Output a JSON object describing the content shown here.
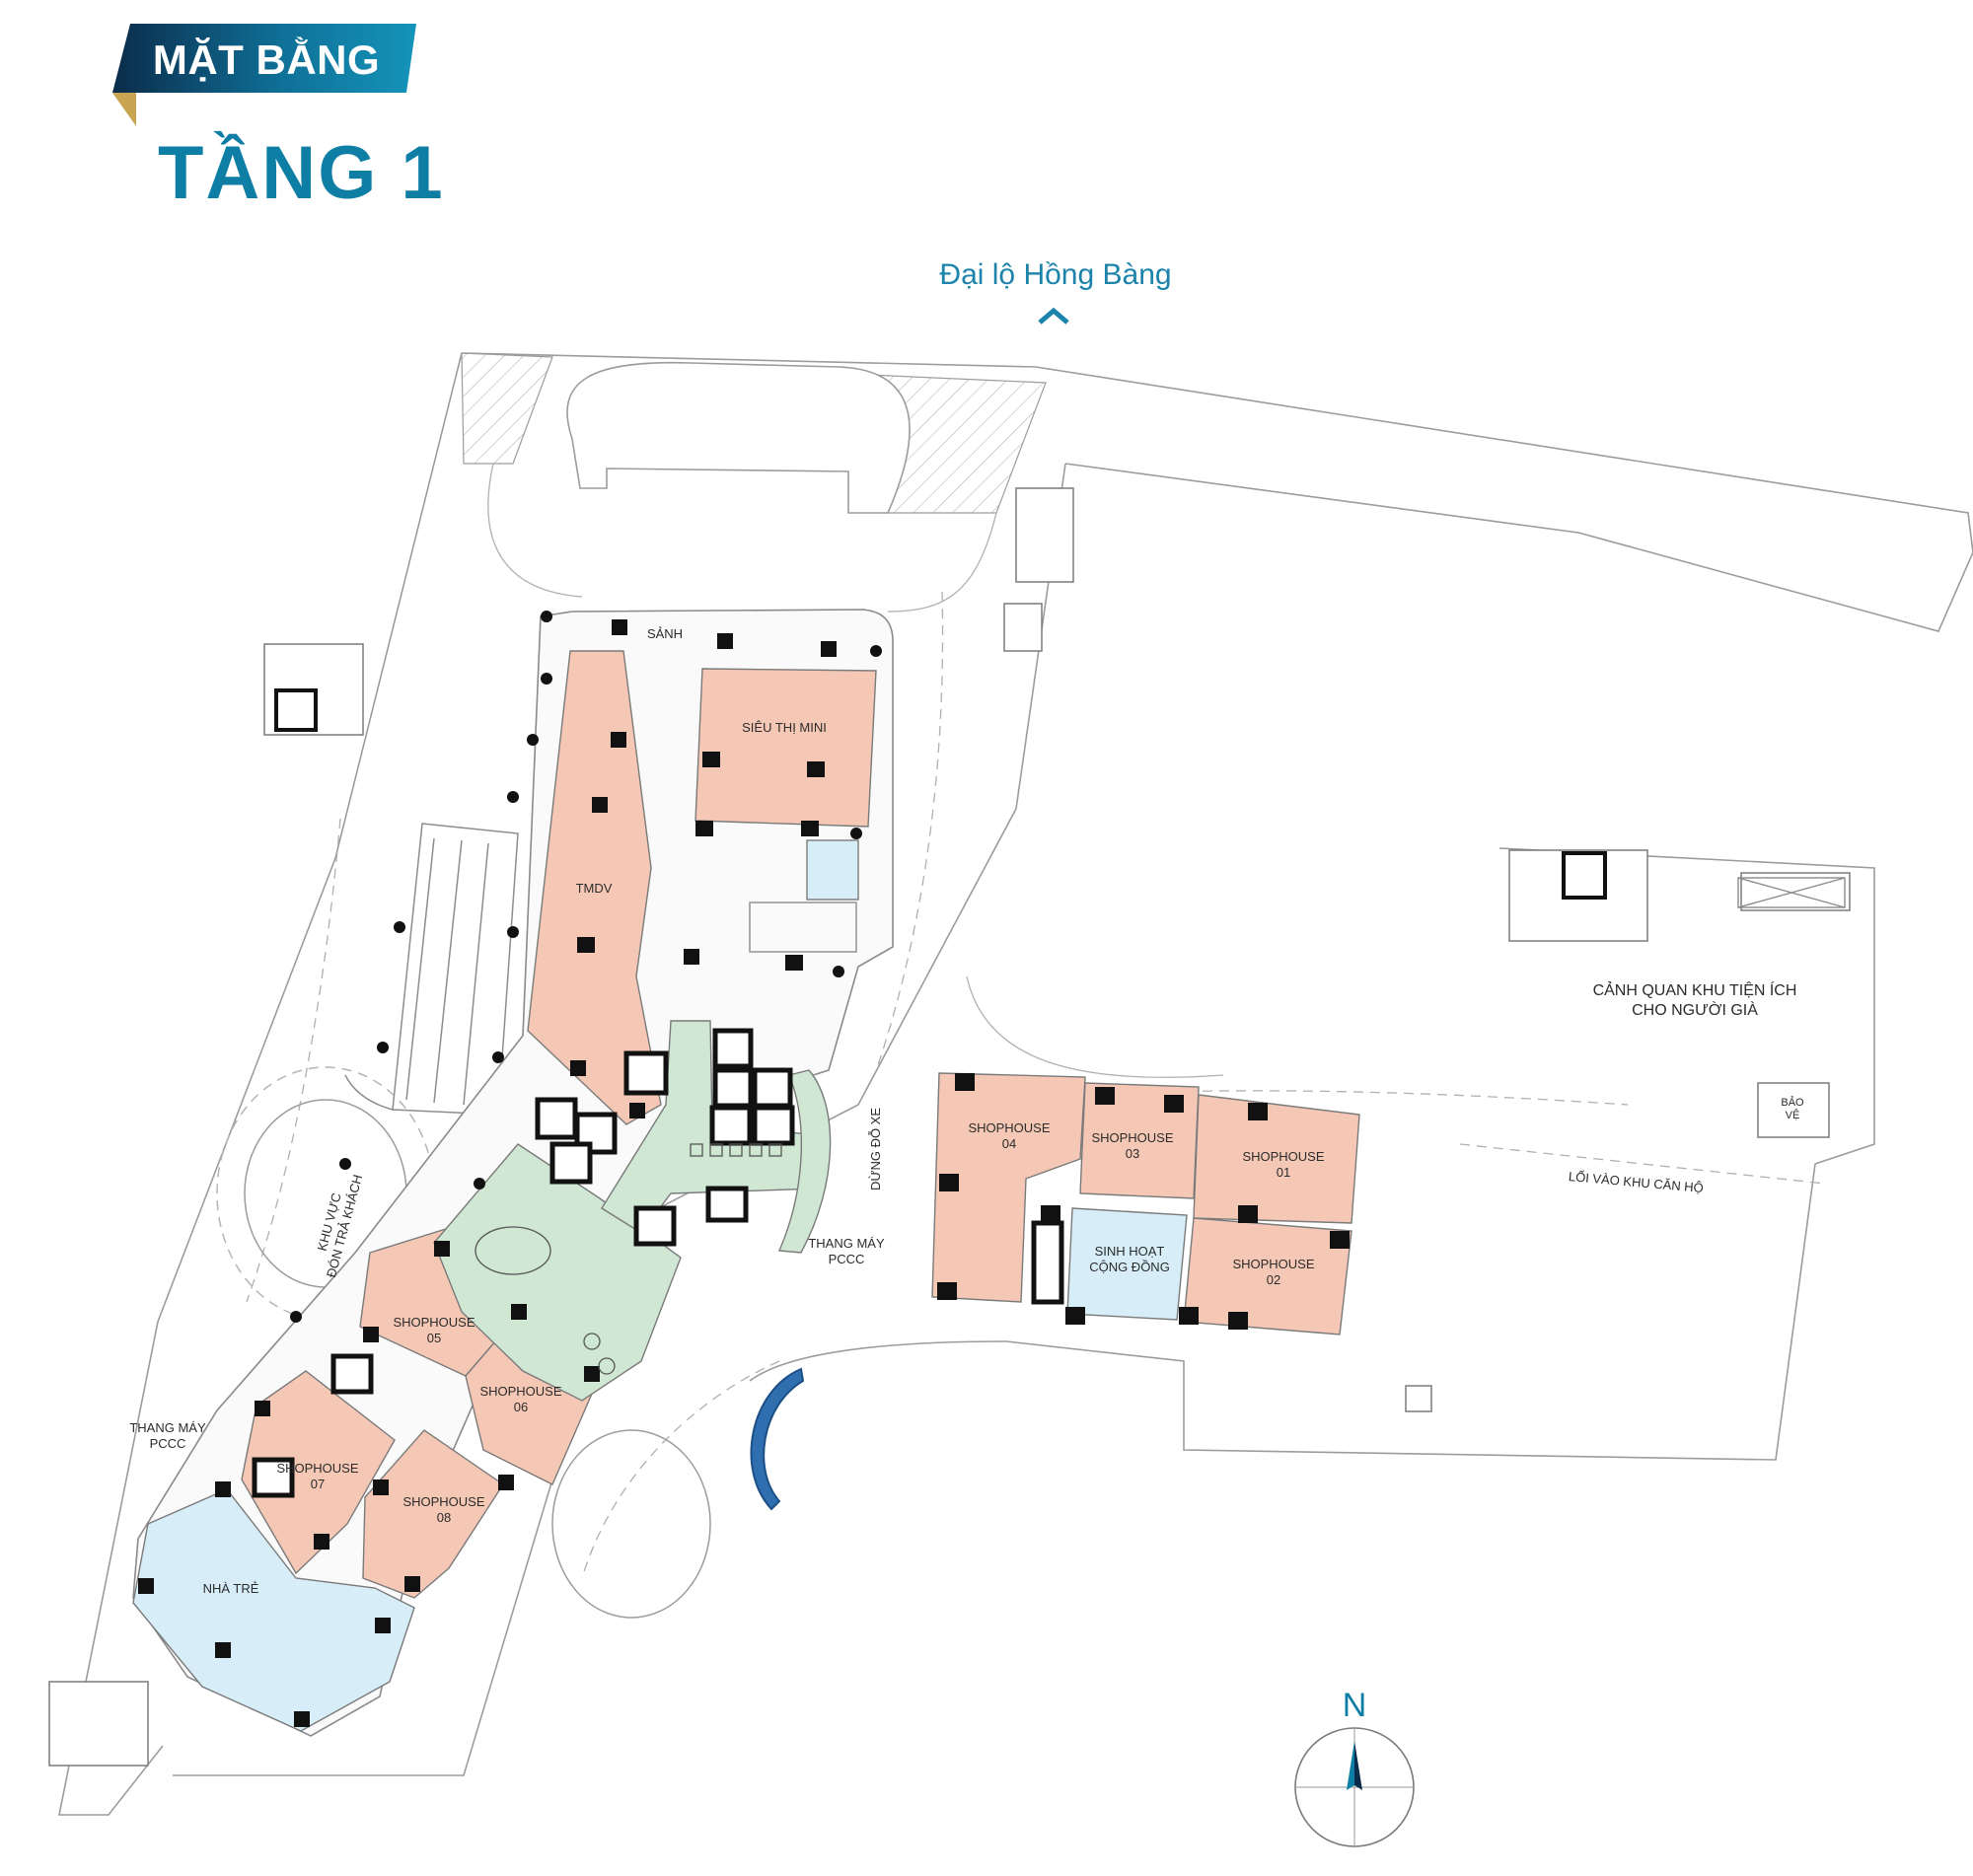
{
  "header": {
    "banner": "MẶT BẰNG",
    "title": "TẦNG 1"
  },
  "road": {
    "name": "Đại lộ Hồng Bàng",
    "arrow_icon": "chevron-up-icon"
  },
  "rooms": {
    "lobby": "SẢNH",
    "minimart": "SIÊU THỊ MINI",
    "tmdv": "TMDV",
    "shophouse_01": [
      "SHOPHOUSE",
      "01"
    ],
    "shophouse_02": [
      "SHOPHOUSE",
      "02"
    ],
    "shophouse_03": [
      "SHOPHOUSE",
      "03"
    ],
    "shophouse_04": [
      "SHOPHOUSE",
      "04"
    ],
    "shophouse_05": [
      "SHOPHOUSE",
      "05"
    ],
    "shophouse_06": [
      "SHOPHOUSE",
      "06"
    ],
    "shophouse_07": [
      "SHOPHOUSE",
      "07"
    ],
    "shophouse_08": [
      "SHOPHOUSE",
      "08"
    ],
    "community": [
      "SINH HOẠT",
      "CỘNG ĐỒNG"
    ],
    "nursery": "NHÀ TRẺ",
    "guard": [
      "BẢO",
      "VỆ"
    ]
  },
  "areas": {
    "elderly_landscape": [
      "CẢNH QUAN KHU TIỆN ÍCH",
      "CHO NGƯỜI GIÀ"
    ],
    "apartment_entrance": "LỐI VÀO KHU CĂN HỘ",
    "parking_stop": "DỪNG ĐỖ XE",
    "pickup_area": [
      "KHU VỰC",
      "ĐÓN TRẢ KHÁCH"
    ],
    "fire_lift_east": [
      "THANG MÁY",
      "PCCC"
    ],
    "fire_lift_west": [
      "THANG MÁY",
      "PCCC"
    ]
  },
  "compass": {
    "label": "N",
    "icon": "north-arrow-icon"
  },
  "colors": {
    "accent": "#0f7ea5",
    "banner_dark": "#0b2c4a",
    "banner_light": "#1594b9",
    "gold": "#c9a552",
    "retail": "#f5c8b6",
    "community": "#d7edf7",
    "amenity": "#cfe7d3",
    "outline": "#9c9c9c",
    "column": "#111111"
  }
}
